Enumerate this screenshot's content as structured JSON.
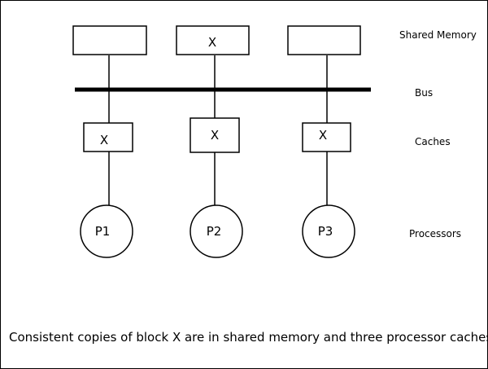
{
  "memory_blocks": [
    "",
    "X",
    ""
  ],
  "cache_blocks": [
    "X",
    "X",
    "X"
  ],
  "processors": [
    "P1",
    "P2",
    "P3"
  ],
  "labels": {
    "shared_memory": "Shared Memory",
    "bus": "Bus",
    "caches": "Caches",
    "processors": "Processors"
  },
  "caption": "Consistent copies of block X are in shared memory and three processor caches",
  "colors": {
    "stroke": "#000000",
    "background": "#ffffff"
  }
}
